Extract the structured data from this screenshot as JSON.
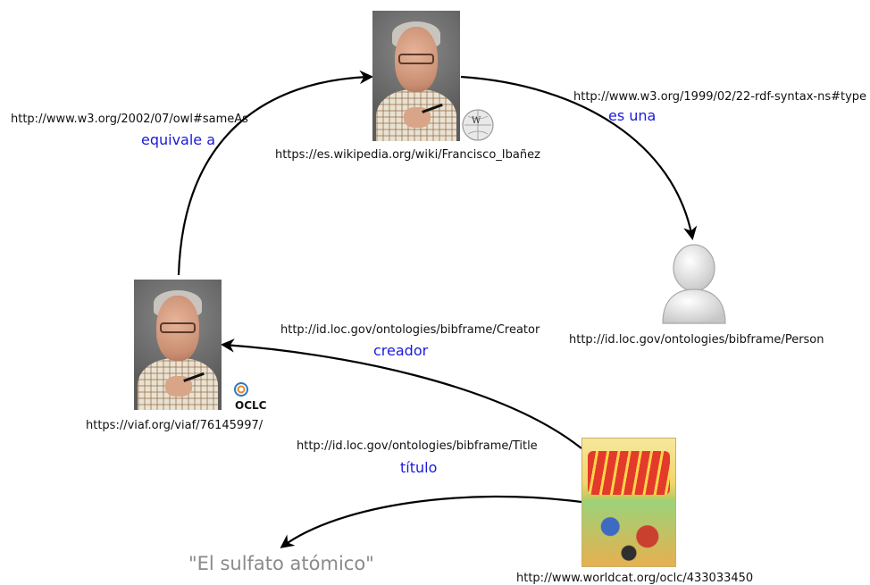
{
  "colors": {
    "relation": "#1a1adc",
    "literal": "#8a8a8a",
    "uri": "#111111",
    "arrow": "#000000"
  },
  "nodes": {
    "wikipedia": {
      "uri": "https://es.wikipedia.org/wiki/Francisco_Ibañez",
      "icon": "wikipedia-globe-icon"
    },
    "viaf": {
      "uri": "https://viaf.org/viaf/76145997/",
      "logo_text": "OCLC"
    },
    "person_class": {
      "uri": "http://id.loc.gov/ontologies/bibframe/Person",
      "icon": "user-icon"
    },
    "worldcat": {
      "uri": "http://www.worldcat.org/oclc/433033450"
    },
    "literal": {
      "text": "\"El sulfato atómico\""
    }
  },
  "edges": {
    "same_as": {
      "uri": "http://www.w3.org/2002/07/owl#sameAs",
      "label": "equivale a"
    },
    "type": {
      "uri": "http://www.w3.org/1999/02/22-rdf-syntax-ns#type",
      "label": "es una"
    },
    "creator": {
      "uri": "http://id.loc.gov/ontologies/bibframe/Creator",
      "label": "creador"
    },
    "title": {
      "uri": "http://id.loc.gov/ontologies/bibframe/Title",
      "label": "título"
    }
  }
}
